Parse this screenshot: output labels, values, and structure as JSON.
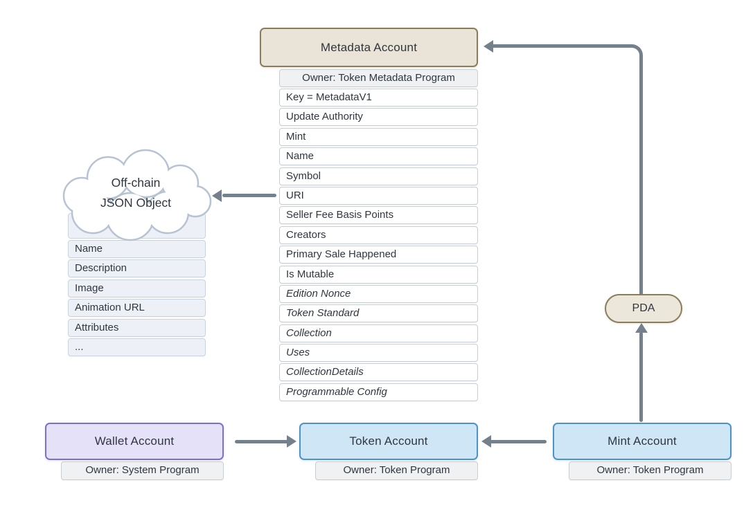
{
  "metadata_account": {
    "title": "Metadata Account",
    "owner": "Owner: Token Metadata Program",
    "fields": [
      "Key = MetadataV1",
      "Update Authority",
      "Mint",
      "Name",
      "Symbol",
      "URI",
      "Seller Fee Basis Points",
      "Creators",
      "Primary Sale Happened",
      "Is Mutable",
      "Edition Nonce",
      "Token Standard",
      "Collection",
      "Uses",
      "CollectionDetails",
      "Programmable Config"
    ]
  },
  "offchain": {
    "title_line1": "Off-chain",
    "title_line2": "JSON Object",
    "fields": [
      "Name",
      "Description",
      "Image",
      "Animation URL",
      "Attributes",
      "..."
    ]
  },
  "wallet_account": {
    "title": "Wallet Account",
    "owner": "Owner: System Program"
  },
  "token_account": {
    "title": "Token Account",
    "owner": "Owner: Token Program"
  },
  "mint_account": {
    "title": "Mint Account",
    "owner": "Owner: Token Program"
  },
  "pda": {
    "label": "PDA"
  },
  "colors": {
    "metadata_fill": "#e9e4d7",
    "metadata_border": "#8c7c57",
    "wallet_fill": "#e5e1f9",
    "wallet_border": "#7b6fd0",
    "token_fill": "#cfe6f7",
    "token_border": "#4e93c8",
    "row_alt_fill": "#eff1f3",
    "offchain_fill": "#edf1f7",
    "arrow": "#75808d"
  }
}
